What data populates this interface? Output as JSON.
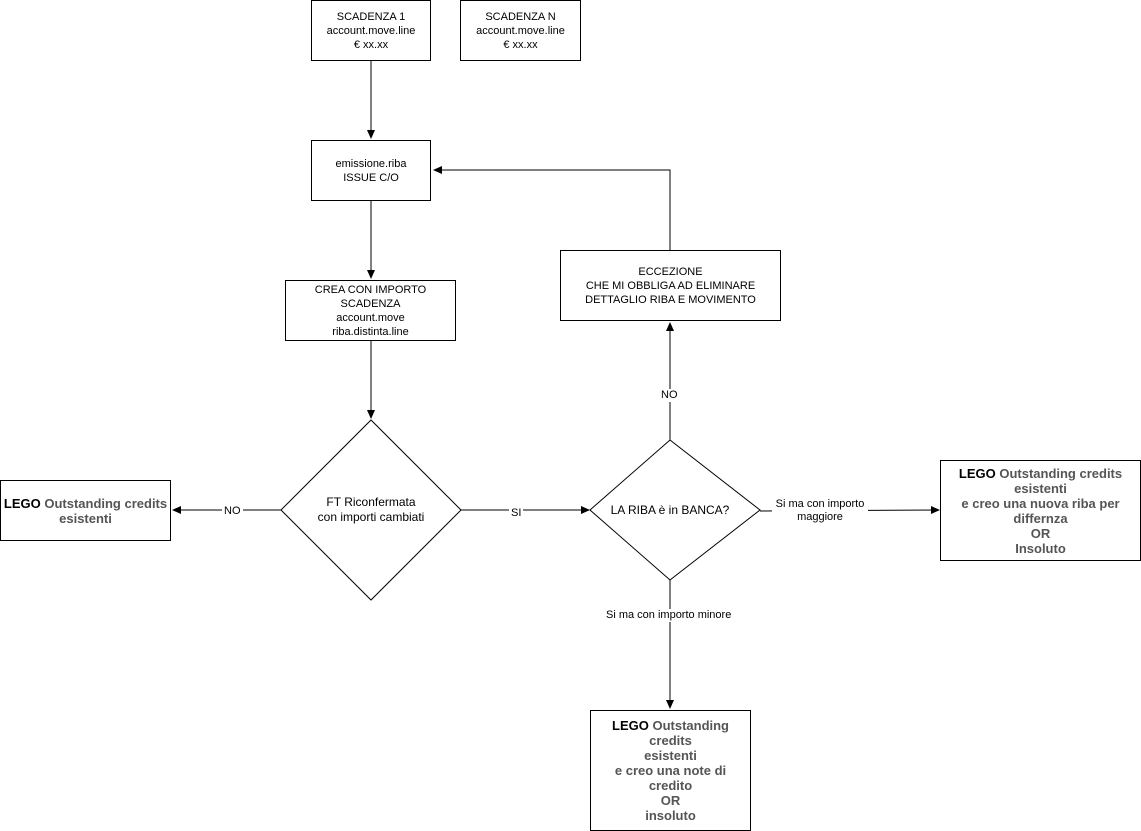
{
  "nodes": {
    "scadenza1": {
      "line1": "SCADENZA 1",
      "line2": "account.move.line",
      "line3": "€ xx.xx"
    },
    "scadenzaN": {
      "line1": "SCADENZA N",
      "line2": "account.move.line",
      "line3": "€ xx.xx"
    },
    "emissione": {
      "line1": "emissione.riba",
      "line2": "ISSUE C/O"
    },
    "crea": {
      "line1": "CREA CON IMPORTO",
      "line2": "SCADENZA",
      "line3": "account.move",
      "line4": "riba.distinta.line"
    },
    "eccezione": {
      "line1": "ECCEZIONE",
      "line2": "CHE MI OBBLIGA AD ELIMINARE",
      "line3": "DETTAGLIO RIBA E MOVIMENTO"
    },
    "ft_decision": {
      "line1": "FT Riconfermata",
      "line2": "con importi cambiati"
    },
    "banca_decision": {
      "line1": "LA RIBA è in BANCA?"
    },
    "lego_left": {
      "prefix": "LEGO ",
      "highlight": "Outstanding credits",
      "line2": "esistenti"
    },
    "lego_right": {
      "prefix": "LEGO ",
      "highlight": "Outstanding credits",
      "line2": "esistenti",
      "line3": "e creo una nuova riba per",
      "line4": "differnza",
      "line5": "OR",
      "line6": "Insoluto"
    },
    "lego_bottom": {
      "prefix": "LEGO ",
      "highlight": "Outstanding",
      "line2": "credits",
      "line3": "esistenti",
      "line4": "e creo una note di",
      "line5": "credito",
      "line6": "OR",
      "line7": "insoluto"
    }
  },
  "edge_labels": {
    "no_left": "NO",
    "si": "SI",
    "no_up": "NO",
    "maggiore_line1": "Si ma con importo",
    "maggiore_line2": "maggiore",
    "minore": "Si ma con importo minore"
  },
  "colors": {
    "stroke": "#000000",
    "fill": "#ffffff",
    "highlight_text": "#555555"
  }
}
